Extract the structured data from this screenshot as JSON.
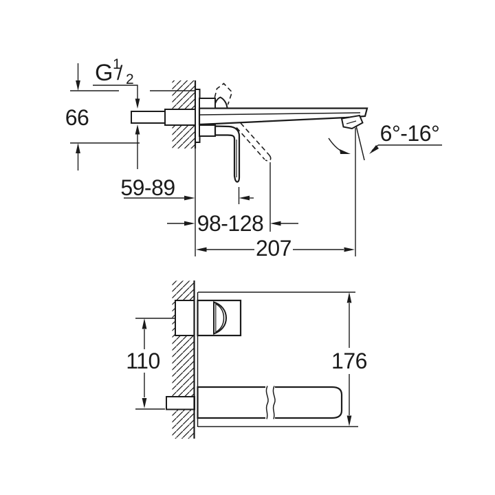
{
  "colors": {
    "ink": "#1b1b1b",
    "paper": "#ffffff"
  },
  "side_view": {
    "thread_label": {
      "letter": "G",
      "numerator": "1",
      "slash": "/",
      "denominator": "2"
    },
    "dims": {
      "plate_height": "66",
      "lever_closed_range": "59-89",
      "lever_open_range": "98-128",
      "spout_projection": "207",
      "spout_angle_range": "6°-16°"
    }
  },
  "front_view": {
    "dims": {
      "center_distance": "110",
      "overall_height": "176"
    }
  }
}
